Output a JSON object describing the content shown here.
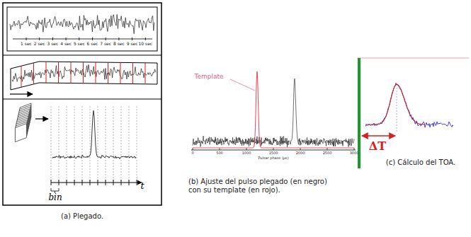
{
  "diagram": {
    "labels": [
      "1 sec",
      "2 sec",
      "3 sec",
      "4 sec",
      "5 sec",
      "6 sec",
      "7 sec",
      "8 sec",
      "9 sec",
      "10 sec",
      "t",
      "bin",
      "(a) Plegado.",
      "Template",
      "0",
      "500",
      "1000",
      "1500",
      "2000",
      "2500",
      "3000",
      "Pulsar phase (μs)",
      "(b) Ajuste del pulso plegado (en negro) con su template (en rojo).",
      "ΔT",
      "(c) Cálculo del TOA."
    ]
  }
}
